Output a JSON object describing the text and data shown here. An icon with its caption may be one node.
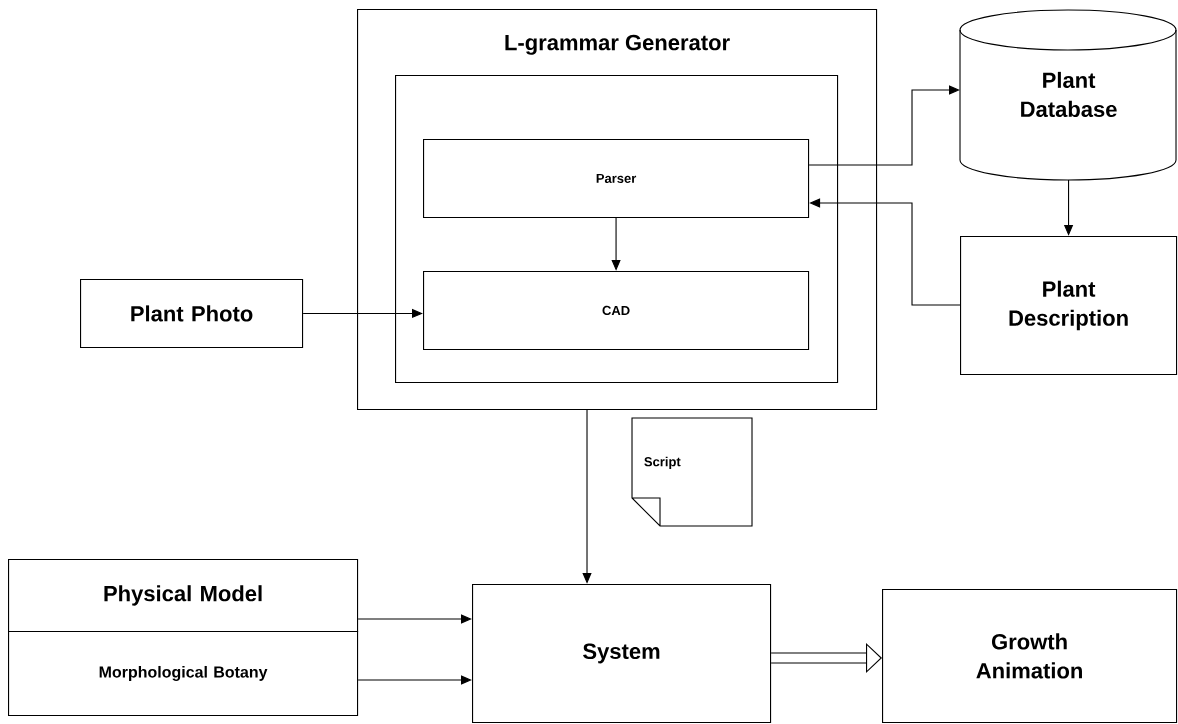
{
  "diagram": {
    "nodes": [
      {
        "text": [
          "L-grammar Generator"
        ]
      },
      {
        "text": [],
        "shape": "box",
        "in": 0
      },
      {
        "text": [
          "Parser"
        ],
        "in": 1
      },
      {
        "text": [
          "CAD"
        ],
        "in": 1
      },
      {
        "text": [
          "Plant Photo"
        ]
      },
      {
        "text": [
          "Plant Database"
        ]
      },
      {
        "text": [
          "Plant Description"
        ]
      },
      {
        "text": [
          "Script"
        ]
      },
      {
        "text": [
          "Physical Model"
        ]
      },
      {
        "text": [
          "Morphological Botany"
        ]
      },
      {
        "text": [
          "System"
        ]
      },
      {
        "text": [
          "Growth Animation"
        ]
      }
    ],
    "edges": [
      {
        "from": 2,
        "to": 3,
        "arrow": "to"
      },
      {
        "from": 4,
        "to": 3,
        "arrow": "to"
      },
      {
        "from": 2,
        "to": 5,
        "arrow": "to"
      },
      {
        "from": 6,
        "to": 2,
        "arrow": "to"
      },
      {
        "from": 5,
        "to": 6,
        "arrow": "to"
      },
      {
        "from": 0,
        "to": 10,
        "arrow": "to"
      },
      {
        "from": 8,
        "to": 10,
        "arrow": "to"
      },
      {
        "from": 9,
        "to": 10,
        "arrow": "to"
      },
      {
        "from": 10,
        "to": 11,
        "arrow": "to",
        "style": "thick"
      }
    ]
  }
}
